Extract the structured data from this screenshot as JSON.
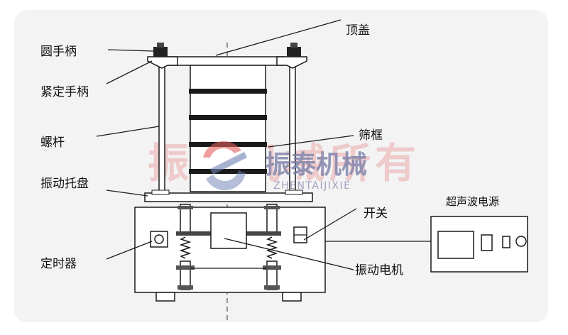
{
  "labels": {
    "top_cover": "顶盖",
    "round_handle": "圆手柄",
    "tight_handle": "紧定手柄",
    "screw_rod": "螺杆",
    "sieve_frame": "筛框",
    "vibration_tray": "振动托盘",
    "switch": "开关",
    "timer": "定时器",
    "vibration_motor": "振动电机",
    "ultrasonic_power": "超声波电源"
  },
  "watermark": {
    "large_text": "振泰机械所有",
    "logo_text": "振泰机械",
    "logo_pinyin": "ZHENTAIJIXIE"
  },
  "colors": {
    "panel": "#f3f3f4",
    "line": "#1a1a1a",
    "watermark_red": "#e4605c",
    "watermark_blue": "#6d7fb3"
  }
}
